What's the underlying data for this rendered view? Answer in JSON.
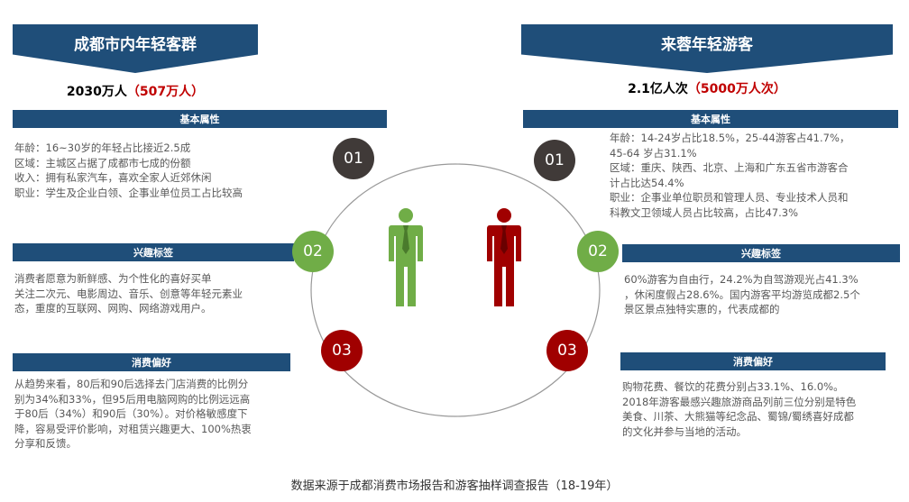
{
  "left": {
    "title": "成都市内年轻客群",
    "population_main": "2030万人",
    "population_sub": "（507万人）",
    "basic": {
      "label": "基本属性",
      "lines": [
        "年龄：16~30岁的年轻占比接近2.5成",
        "区域：主城区占据了成都市七成的份额",
        "收入：拥有私家汽车，喜欢全家人近郊休闲",
        "职业：学生及企业白领、企事业单位员工占比较高"
      ]
    },
    "interest": {
      "label": "兴趣标签",
      "lines": [
        "消费者愿意为新鲜感、为个性化的喜好买单",
        "关注二次元、电影周边、音乐、创意等年轻元素业",
        "态，重度的互联网、网购、网络游戏用户。"
      ]
    },
    "consumption": {
      "label": "消费偏好",
      "lines": [
        "从趋势来看，80后和90后选择去门店消费的比例分",
        "别为34%和33%，但95后用电脑网购的比例远远高",
        "于80后（34%）和90后（30%）。对价格敏感度下",
        "降，容易受评价影响，对租赁兴趣更大、100%热衷",
        "分享和反馈。"
      ]
    }
  },
  "right": {
    "title": "来蓉年轻游客",
    "population_main": "2.1亿人次",
    "population_sub": "（5000万人次）",
    "basic": {
      "label": "基本属性",
      "lines": [
        "年龄：14-24岁占比18.5%，25-44游客占41.7%，",
        "45-64 岁占31.1%",
        "区域：重庆、陕西、北京、上海和广东五省市游客合",
        "计占比达54.4%",
        "职业：企事业单位职员和管理人员、专业技术人员和",
        "科教文卫领域人员占比较高，占比47.3%"
      ]
    },
    "interest": {
      "label": "兴趣标签",
      "lines": [
        "60%游客为自由行，24.2%为自驾游观光占41.3%",
        "，休闲度假占28.6%。国内游客平均游览成都2.5个",
        "景区景点独特实惠的，代表成都的"
      ]
    },
    "consumption": {
      "label": "消费偏好",
      "lines": [
        "购物花费、餐饮的花费分别占33.1%、16.0%。",
        "2018年游客最感兴趣旅游商品列前三位分别是特色",
        "美食、川茶、大熊猫等纪念品、蜀锦/蜀绣喜好成都",
        "的文化并参与当地的活动。"
      ]
    }
  },
  "numbers": [
    "01",
    "02",
    "03"
  ],
  "footer": "数据来源于成都消费市场报告和游客抽样调查报告（18-19年）",
  "colors": {
    "navy": "#1f4e79",
    "dark": "#403a38",
    "green": "#70ad47",
    "red": "#a00000"
  },
  "icons": {
    "left_person": "person-icon-green",
    "right_person": "person-icon-red"
  }
}
